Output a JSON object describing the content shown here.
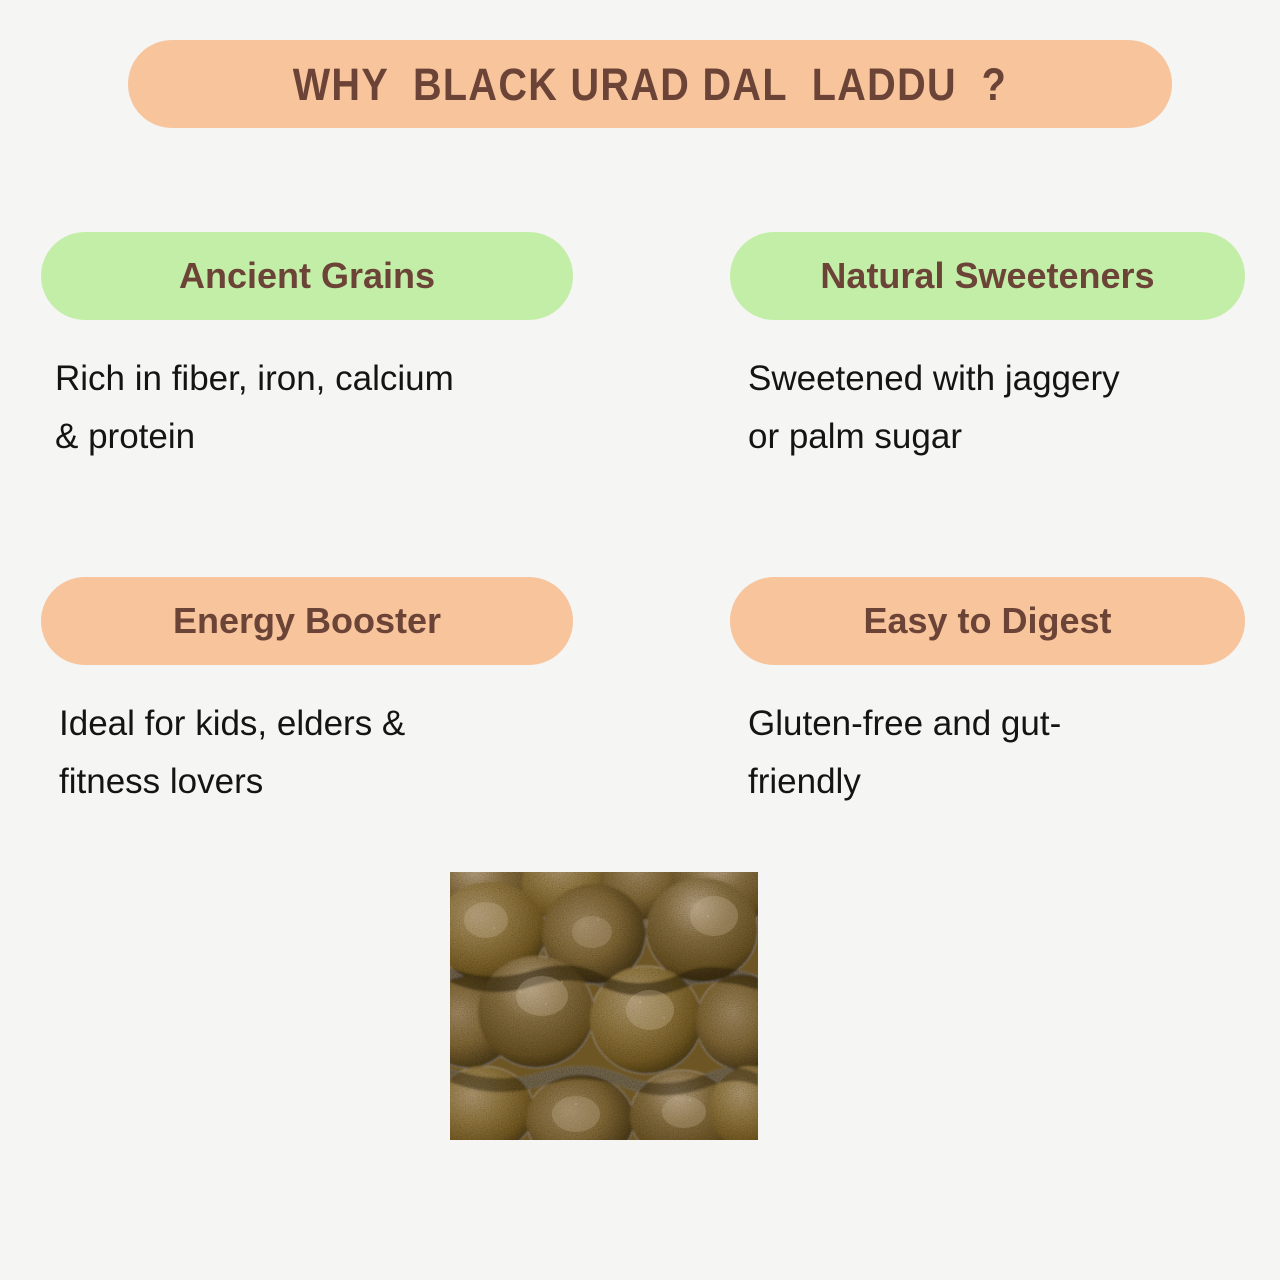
{
  "page": {
    "background_color": "#f5f5f4",
    "text_color": "#141414",
    "accent_peach": "#f7c49c",
    "accent_green": "#c3eea7",
    "heading_color": "#6b4437"
  },
  "header": {
    "title": "WHY  BLACK URAD DAL  LADDU  ?",
    "pill_color": "#f7c49c"
  },
  "features": [
    {
      "label": "Ancient Grains",
      "body": "Rich in fiber, iron, calcium\n& protein",
      "pill_color": "#c3eea7",
      "pill_style": "green"
    },
    {
      "label": "Natural Sweeteners",
      "body": "Sweetened with jaggery\nor palm sugar",
      "pill_color": "#c3eea7",
      "pill_style": "green"
    },
    {
      "label": "Energy Booster",
      "body": " Ideal for kids, elders &\nfitness lovers",
      "pill_color": "#f7c49c",
      "pill_style": "peach"
    },
    {
      "label": "Easy to Digest",
      "body": "Gluten-free and gut-\nfriendly",
      "pill_color": "#f7c49c",
      "pill_style": "peach"
    }
  ],
  "photo": {
    "name": "black-urad-dal-laddu-photo",
    "alt_text": "Stack of round black urad dal laddu balls",
    "base_color": "#7a6230"
  }
}
